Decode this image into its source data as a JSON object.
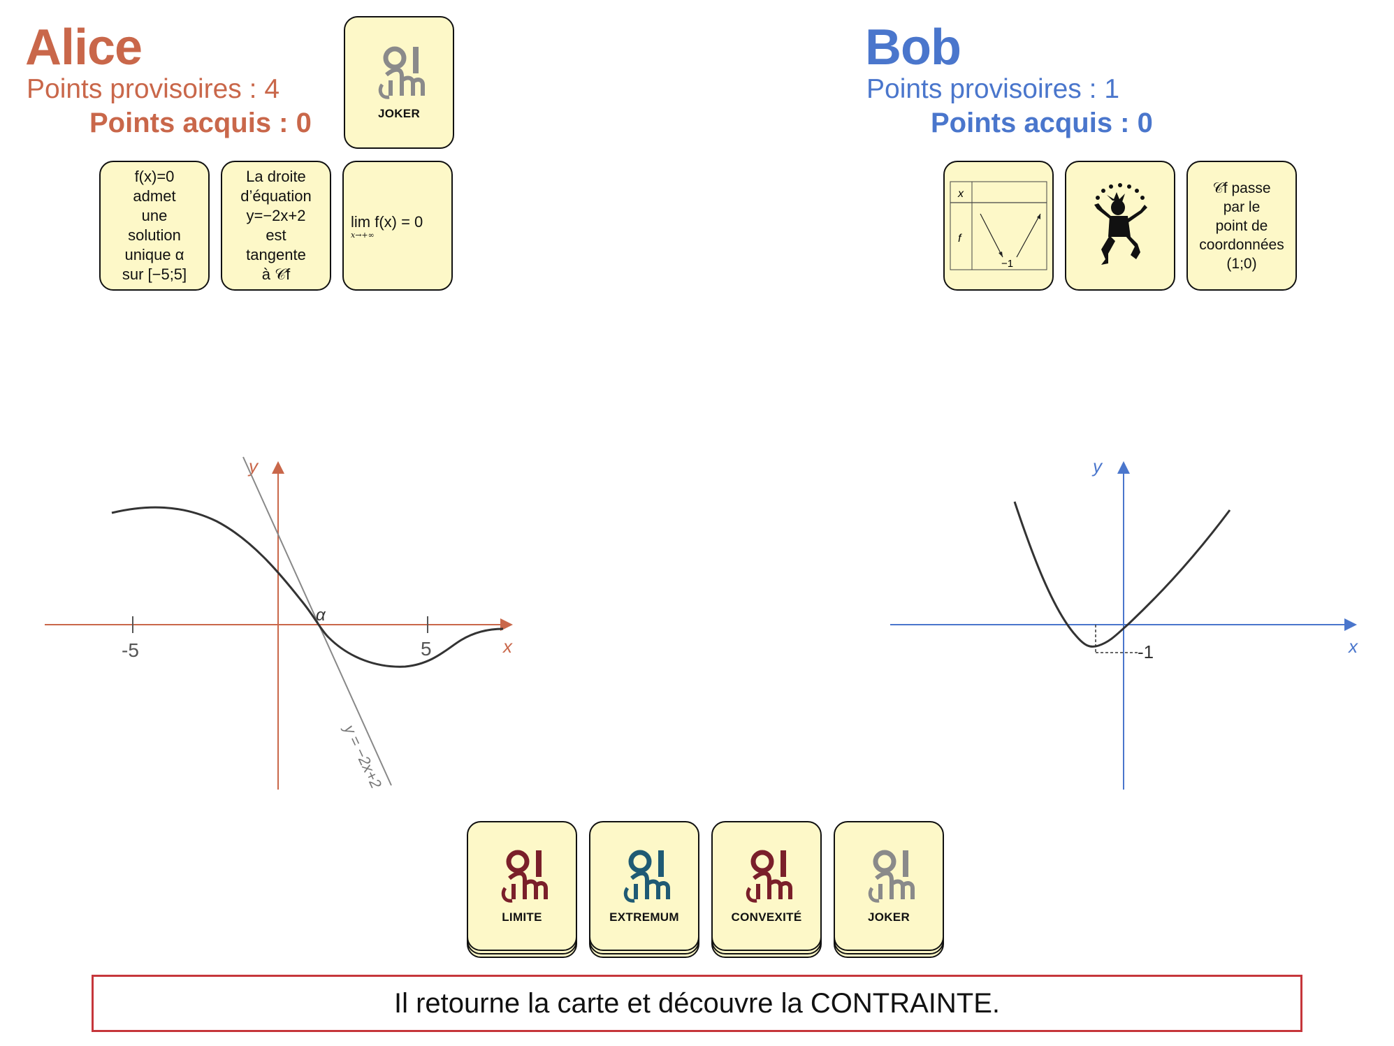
{
  "players": {
    "alice": {
      "name": "Alice",
      "provisional_label": "Points provisoires",
      "provisional_value": "4",
      "acquired_label": "Points acquis",
      "acquired_value": "0",
      "color": "#c9674a",
      "joker_card_label": "JOKER",
      "cards": [
        "f(x)=0\nadmet\nune\nsolution\nunique α\nsur [−5;5]",
        "La droite\nd’équation\ny=−2x+2\nest\ntangente\nà 𝒞f",
        "lim f(x) = 0",
        "x→+∞"
      ]
    },
    "bob": {
      "name": "Bob",
      "provisional_label": "Points provisoires",
      "provisional_value": "1",
      "acquired_label": "Points acquis",
      "acquired_value": "0",
      "color": "#4a76cc",
      "variation_table": {
        "x_label": "x",
        "f_label": "f",
        "min_value": "−1"
      },
      "cards_text": "𝒞f passe\npar le\npoint de\ncoordonnées\n(1;0)"
    }
  },
  "graphs": {
    "alice": {
      "x_axis": "x",
      "y_axis": "y",
      "tick_minus5": "-5",
      "tick_5": "5",
      "alpha": "α",
      "tangent_label": "y = −2x+2"
    },
    "bob": {
      "x_axis": "x",
      "y_axis": "y",
      "min_label": "-1"
    }
  },
  "deck": [
    {
      "label": "LIMITE",
      "logo_color": "#7a1f2a"
    },
    {
      "label": "EXTREMUM",
      "logo_color": "#1f5a74"
    },
    {
      "label": "CONVEXITÉ",
      "logo_color": "#7a1f2a"
    },
    {
      "label": "JOKER",
      "logo_color": "#8a8a8a"
    }
  ],
  "message": "Il retourne la carte et découvre la CONTRAINTE.",
  "message_border_color": "#c6363b"
}
